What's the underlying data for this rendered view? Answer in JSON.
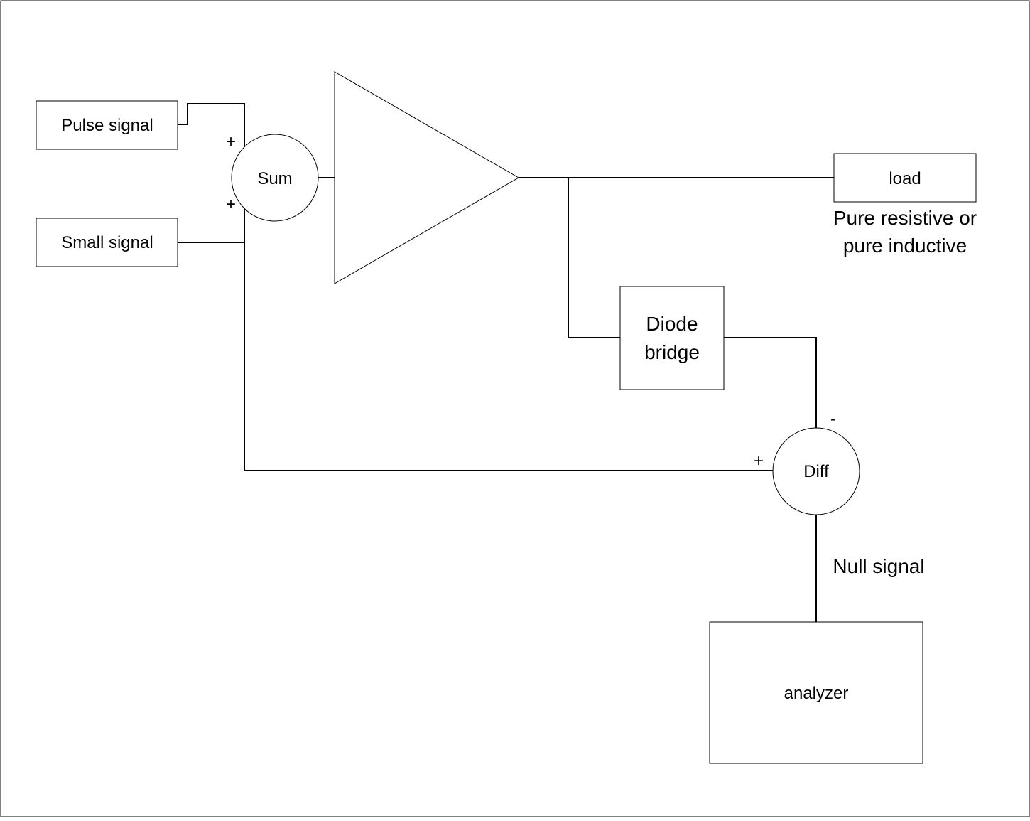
{
  "blocks": {
    "pulse_signal": "Pulse signal",
    "small_signal": "Small signal",
    "sum": "Sum",
    "load": "load",
    "diode_bridge_line1": "Diode",
    "diode_bridge_line2": "bridge",
    "diff": "Diff",
    "analyzer": "analyzer"
  },
  "annotations": {
    "load_note_line1": "Pure resistive or",
    "load_note_line2": "pure inductive",
    "null_signal": "Null signal"
  },
  "signs": {
    "sum_in_top": "+",
    "sum_in_bottom": "+",
    "diff_in_top": "-",
    "diff_in_left": "+"
  }
}
